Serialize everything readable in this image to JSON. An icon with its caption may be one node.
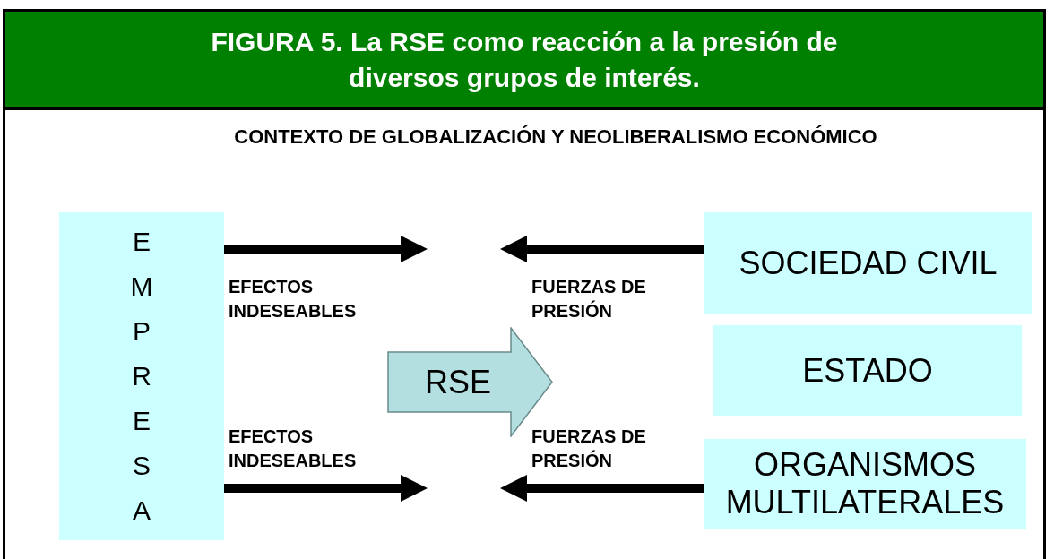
{
  "diagram": {
    "title": "FIGURA 5.  La RSE como reacción a la presión de diversos grupos de interés.",
    "nodes": [
      {
        "text": [
          "EMPRESA"
        ]
      },
      {
        "text": [
          "SOCIEDAD CIVIL"
        ]
      },
      {
        "text": [
          "RSE"
        ]
      },
      {
        "text": [
          "ESTADO"
        ]
      },
      {
        "text": [
          "ORGANISMOS MULTILATERALES"
        ]
      }
    ],
    "edges": [
      {
        "from": 0,
        "to": null,
        "arrow": "to",
        "label": "EFECTOS INDESEABLES"
      },
      {
        "from": 1,
        "to": null,
        "arrow": "to",
        "label": "FUERZAS DE PRESIÓN"
      },
      {
        "from": 0,
        "to": null,
        "arrow": "to",
        "label": "EFECTOS INDESEABLES"
      },
      {
        "from": 4,
        "to": null,
        "arrow": "to",
        "label": "FUERZAS DE PRESIÓN"
      }
    ],
    "labels": [
      "CONTEXTO DE GLOBALIZACIÓN Y  NEOLIBERALISMO ECONÓMICO"
    ]
  }
}
